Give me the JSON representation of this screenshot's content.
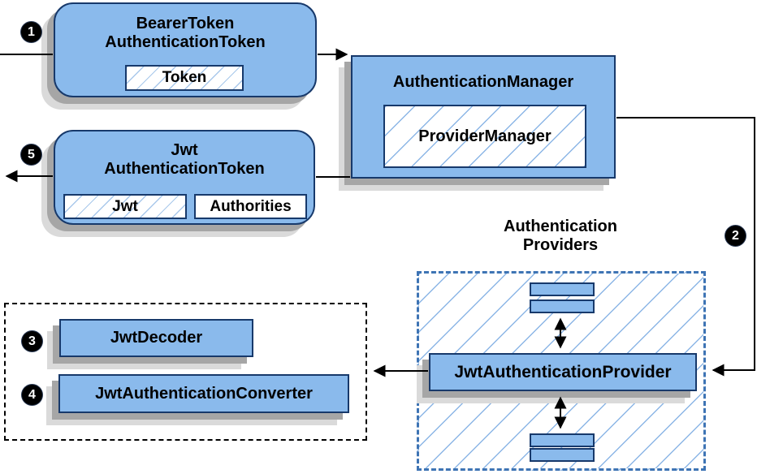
{
  "colors": {
    "node_fill": "#8ABAEC",
    "node_border": "#17396B",
    "chip_hatch_line": "#A9C8EB",
    "group_hatch_line": "#8CB6E6",
    "provider_dashed_border": "#3E74B4",
    "arrow": "#000000",
    "shadow_dark": "#A6A6A6",
    "shadow_light": "#DADADA"
  },
  "nodes": {
    "bearer_token": {
      "line1": "BearerToken",
      "line2": "AuthenticationToken",
      "chip": "Token"
    },
    "authentication_manager": {
      "title": "AuthenticationManager",
      "chip": "ProviderManager"
    },
    "jwt_authentication_token": {
      "line1": "Jwt",
      "line2": "AuthenticationToken",
      "chip_jwt": "Jwt",
      "chip_authorities": "Authorities"
    },
    "providers_group": {
      "label_line1": "Authentication",
      "label_line2": "Providers"
    },
    "jwt_authentication_provider": {
      "title": "JwtAuthenticationProvider"
    },
    "jwt_decoder": {
      "title": "JwtDecoder"
    },
    "jwt_authentication_converter": {
      "title": "JwtAuthenticationConverter"
    }
  },
  "steps": {
    "step1": "1",
    "step2": "2",
    "step3": "3",
    "step4": "4",
    "step5": "5"
  }
}
